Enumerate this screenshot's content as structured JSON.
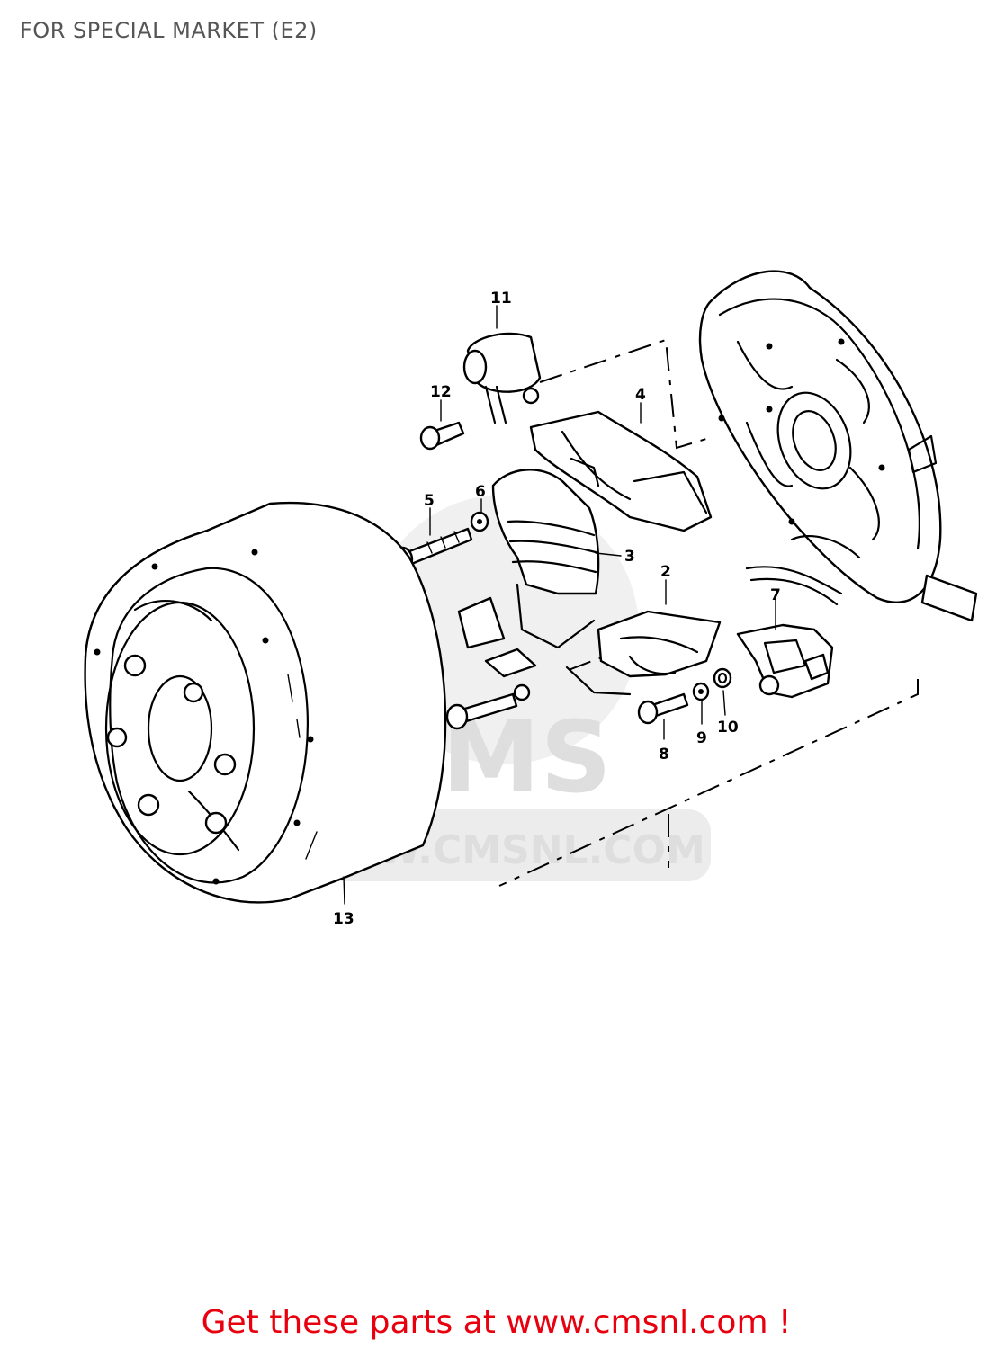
{
  "header": {
    "title": "FOR SPECIAL MARKET (E2)"
  },
  "diagram": {
    "callouts": [
      "2",
      "3",
      "4",
      "5",
      "6",
      "7",
      "8",
      "9",
      "10",
      "11",
      "12",
      "13"
    ],
    "watermark": {
      "logo": "CMS",
      "url": "WWW.CMSNL.COM"
    }
  },
  "footer": {
    "cta": "Get these parts at www.cmsnl.com !"
  },
  "colors": {
    "title": "#555555",
    "cta": "#e8000f",
    "line": "#000000",
    "watermark": "#e0e0e0"
  }
}
